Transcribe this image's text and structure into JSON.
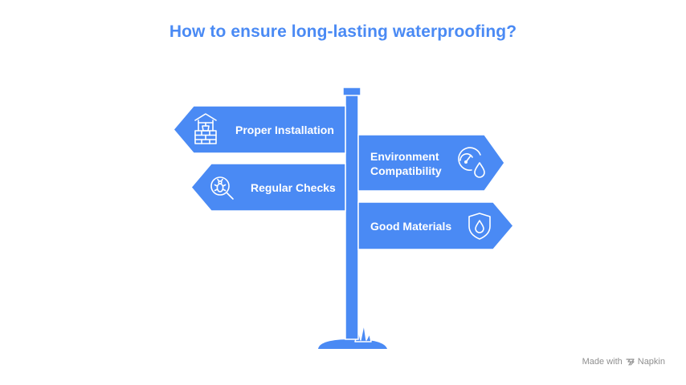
{
  "title": "How to ensure long-lasting waterproofing?",
  "signs": [
    {
      "id": "proper-installation",
      "label": "Proper Installation",
      "icon": "well-icon",
      "side": "left"
    },
    {
      "id": "regular-checks",
      "label": "Regular Checks",
      "icon": "bug-inspection-icon",
      "side": "left"
    },
    {
      "id": "environment-compatibility",
      "label_line1": "Environment",
      "label_line2": "Compatibility",
      "icon": "gauge-droplet-icon",
      "side": "right"
    },
    {
      "id": "good-materials",
      "label": "Good Materials",
      "icon": "shield-droplet-icon",
      "side": "right"
    }
  ],
  "watermark": {
    "prefix": "Made with",
    "brand": "Napkin"
  },
  "colors": {
    "accent": "#4a8af4",
    "sign_fill": "#4a8af4",
    "text_on_sign": "#ffffff",
    "watermark": "#8f8f8f"
  }
}
